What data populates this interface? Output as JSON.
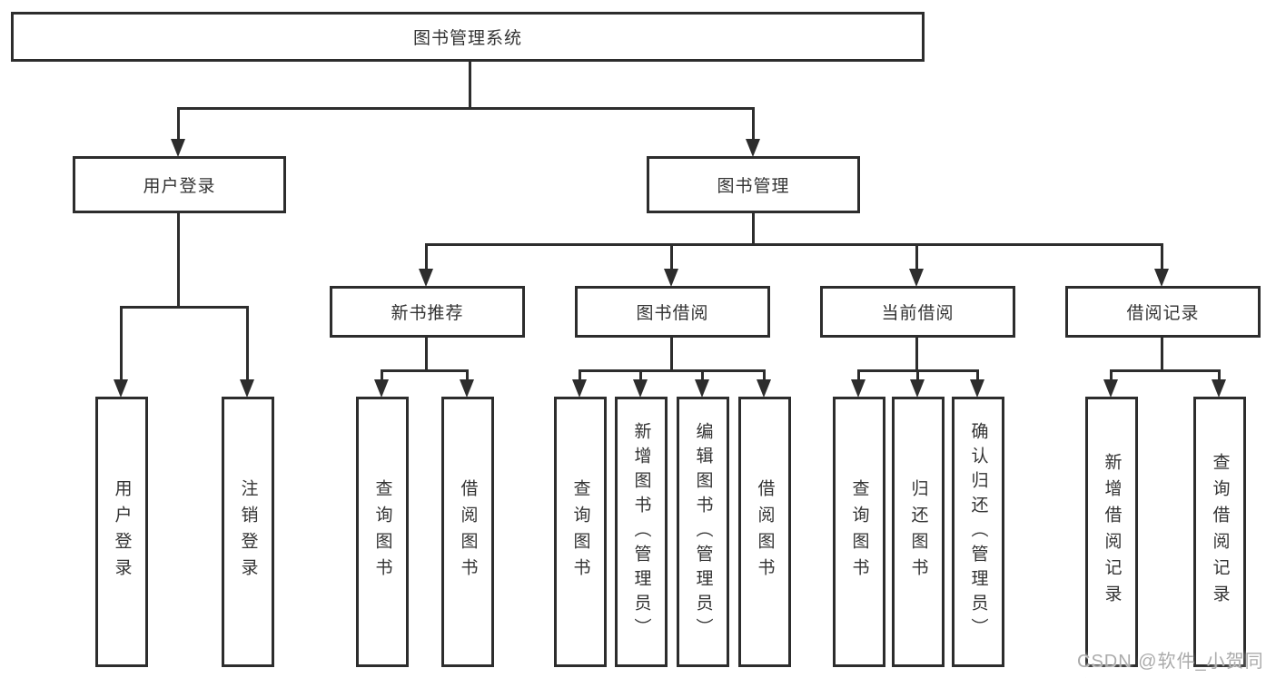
{
  "theme": {
    "line": "#2d2d2d",
    "text": "#333333",
    "bg": "#ffffff",
    "watermark": "#ababab"
  },
  "diagram_type": "functional-structure-tree",
  "tree": {
    "label": "图书管理系统",
    "children": [
      {
        "label": "用户登录",
        "children": [
          {
            "label": "用户登录"
          },
          {
            "label": "注销登录"
          }
        ]
      },
      {
        "label": "图书管理",
        "children": [
          {
            "label": "新书推荐",
            "children": [
              {
                "label": "查询图书"
              },
              {
                "label": "借阅图书"
              }
            ]
          },
          {
            "label": "图书借阅",
            "children": [
              {
                "label": "查询图书"
              },
              {
                "label": "新增图书（管理员）"
              },
              {
                "label": "编辑图书（管理员）"
              },
              {
                "label": "借阅图书"
              }
            ]
          },
          {
            "label": "当前借阅",
            "children": [
              {
                "label": "查询图书"
              },
              {
                "label": "归还图书"
              },
              {
                "label": "确认归还（管理员）"
              }
            ]
          },
          {
            "label": "借阅记录",
            "children": [
              {
                "label": "新增借阅记录"
              },
              {
                "label": "查询借阅记录"
              }
            ]
          }
        ]
      }
    ]
  },
  "watermark": "CSDN @软件_小贺同学"
}
